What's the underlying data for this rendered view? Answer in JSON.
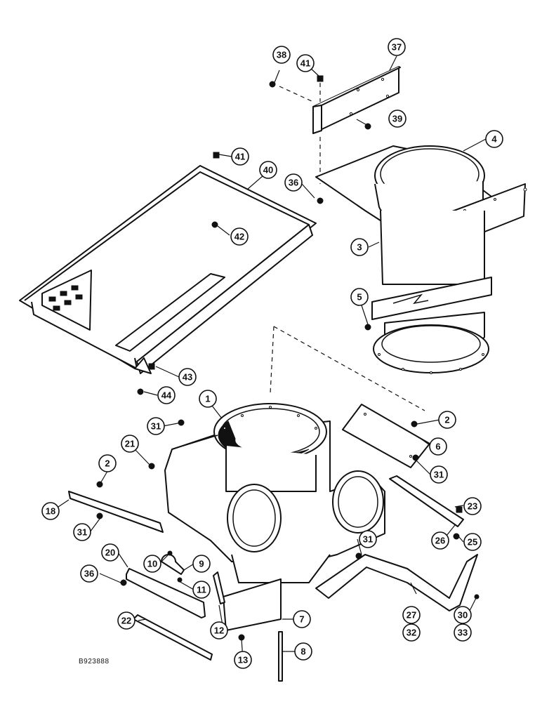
{
  "figure_code": "B923888",
  "callouts": [
    {
      "id": "c38",
      "label": "38"
    },
    {
      "id": "c41a",
      "label": "41"
    },
    {
      "id": "c37",
      "label": "37"
    },
    {
      "id": "c39",
      "label": "39"
    },
    {
      "id": "c4",
      "label": "4"
    },
    {
      "id": "c41b",
      "label": "41"
    },
    {
      "id": "c40",
      "label": "40"
    },
    {
      "id": "c36a",
      "label": "36"
    },
    {
      "id": "c42",
      "label": "42"
    },
    {
      "id": "c3",
      "label": "3"
    },
    {
      "id": "c5",
      "label": "5"
    },
    {
      "id": "c43",
      "label": "43"
    },
    {
      "id": "c44",
      "label": "44"
    },
    {
      "id": "c1",
      "label": "1"
    },
    {
      "id": "c2a",
      "label": "2"
    },
    {
      "id": "c31a",
      "label": "31"
    },
    {
      "id": "c6",
      "label": "6"
    },
    {
      "id": "c21",
      "label": "21"
    },
    {
      "id": "c2b",
      "label": "2"
    },
    {
      "id": "c31b",
      "label": "31"
    },
    {
      "id": "c18",
      "label": "18"
    },
    {
      "id": "c31c",
      "label": "31"
    },
    {
      "id": "c23",
      "label": "23"
    },
    {
      "id": "c26",
      "label": "26"
    },
    {
      "id": "c25",
      "label": "25"
    },
    {
      "id": "c31d",
      "label": "31"
    },
    {
      "id": "c20",
      "label": "20"
    },
    {
      "id": "c10",
      "label": "10"
    },
    {
      "id": "c9",
      "label": "9"
    },
    {
      "id": "c36b",
      "label": "36"
    },
    {
      "id": "c11",
      "label": "11"
    },
    {
      "id": "c12",
      "label": "12"
    },
    {
      "id": "c7",
      "label": "7"
    },
    {
      "id": "c27",
      "label": "27"
    },
    {
      "id": "c32",
      "label": "32"
    },
    {
      "id": "c30",
      "label": "30"
    },
    {
      "id": "c33",
      "label": "33"
    },
    {
      "id": "c22",
      "label": "22"
    },
    {
      "id": "c13",
      "label": "13"
    },
    {
      "id": "c8",
      "label": "8"
    }
  ]
}
